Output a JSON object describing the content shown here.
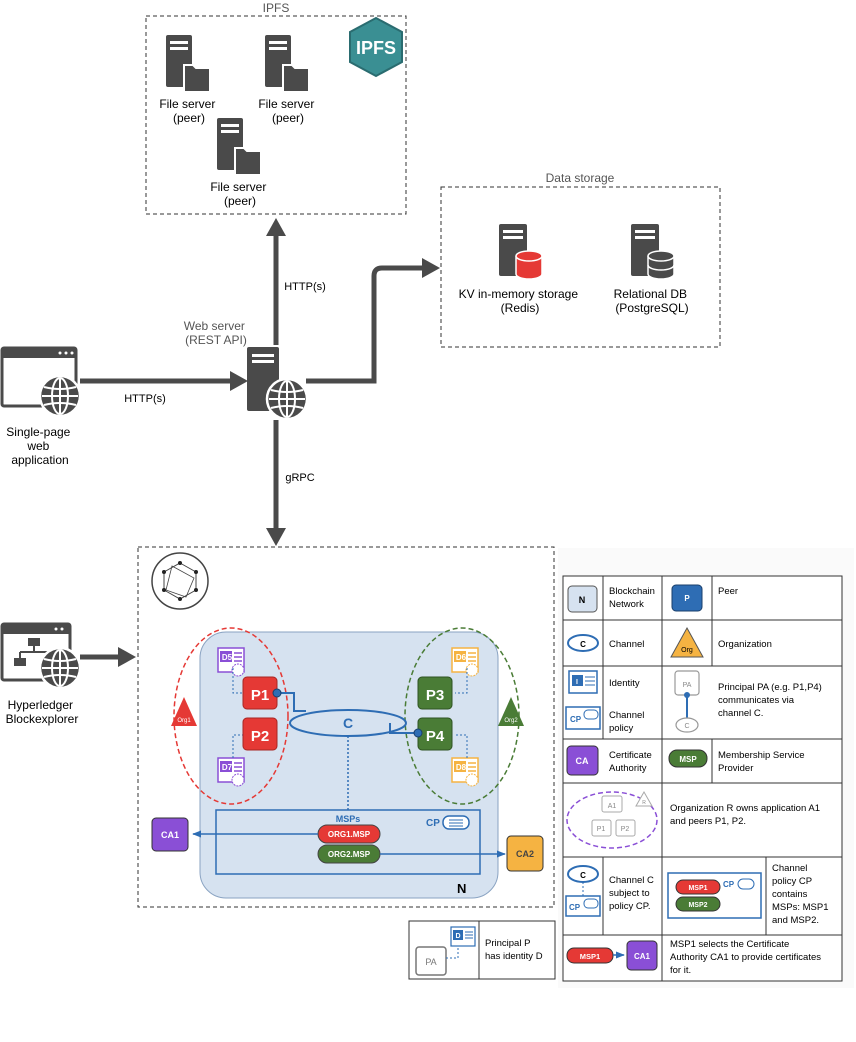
{
  "ipfs": {
    "title": "IPFS",
    "logo_text": "IPFS",
    "peer1": [
      "File server",
      "(peer)"
    ],
    "peer2": [
      "File server",
      "(peer)"
    ],
    "peer3": [
      "File server",
      "(peer)"
    ]
  },
  "storage": {
    "title": "Data storage",
    "kv": [
      "KV in-memory storage",
      "(Redis)"
    ],
    "rdb": [
      "Relational DB",
      "(PostgreSQL)"
    ]
  },
  "webserver": {
    "label": [
      "Web server",
      "(REST API)"
    ]
  },
  "spa": {
    "label": [
      "Single-page",
      "web",
      "application"
    ]
  },
  "explorer": {
    "label": [
      "Hyperledger",
      "Blockexplorer"
    ]
  },
  "links": {
    "spa_http": "HTTP(s)",
    "ipfs_http": "HTTP(s)",
    "grpc": "gRPC"
  },
  "network": {
    "name": "N",
    "peers": [
      "P1",
      "P2",
      "P3",
      "P4"
    ],
    "docs": [
      "D5",
      "D7",
      "D6",
      "D8"
    ],
    "orgs": [
      "Org1",
      "Org2"
    ],
    "channel": "C",
    "msps_label": "MSPs",
    "cp_label": "CP",
    "msp1": "ORG1.MSP",
    "msp2": "ORG2.MSP",
    "ca1": "CA1",
    "ca2": "CA2"
  },
  "identity_box": {
    "pa": "PA",
    "d": "D",
    "text": [
      "Principal P",
      "has identity D"
    ]
  },
  "legend": {
    "network_icon": "N",
    "network": [
      "Blockchain",
      "Network"
    ],
    "peer_icon": "P",
    "peer": "Peer",
    "channel_icon": "C",
    "channel": "Channel",
    "org_icon": "Org",
    "organization": "Organization",
    "identity_icon": "I",
    "identity": "Identity",
    "principal_pa": "PA",
    "principal_c": "C",
    "principal": [
      "Principal PA (e.g. P1,P4)",
      "communicates via",
      "channel C."
    ],
    "cp_icon": "CP",
    "channel_policy": [
      "Channel",
      "policy"
    ],
    "ca_icon": "CA",
    "ca": [
      "Certificate",
      "Authority"
    ],
    "msp_icon": "MSP",
    "msp": [
      "Membership Service",
      "Provider"
    ],
    "own_a1": "A1",
    "own_r": "R",
    "own_p1": "P1",
    "own_p2": "P2",
    "owns": [
      "Organization R owns application A1",
      "and peers P1, P2."
    ],
    "cs_c": "C",
    "cs_cp": "CP",
    "channel_subject": [
      "Channel C",
      "subject to",
      "policy CP."
    ],
    "cpc_cp": "CP",
    "cpc_msp1": "MSP1",
    "cpc_msp2": "MSP2",
    "cp_contains": [
      "Channel",
      "policy CP",
      "contains",
      "MSPs: MSP1",
      "and MSP2."
    ],
    "sel_msp1": "MSP1",
    "sel_ca1": "CA1",
    "selects": [
      "MSP1 selects the Certificate",
      "Authority CA1 to provide certificates",
      "for it."
    ]
  },
  "colors": {
    "gray": "#4a4a4a",
    "red": "#e53935",
    "green": "#4a7c36",
    "blue": "#2e6db4",
    "purple": "#8a4fd6",
    "orange": "#f5b342",
    "netbg": "#d6e2f0"
  }
}
